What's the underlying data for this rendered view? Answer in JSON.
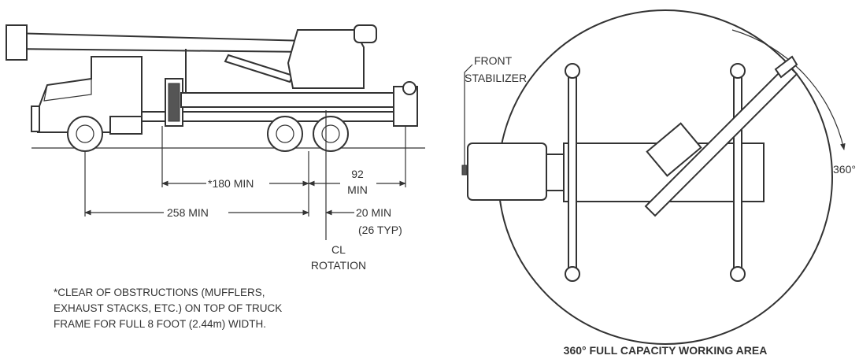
{
  "side_view": {
    "dim_180": "*180 MIN",
    "dim_92_top": "92",
    "dim_92_bottom": "MIN",
    "dim_258": "258 MIN",
    "dim_20_top": "20 MIN",
    "dim_20_bottom": "(26 TYP)",
    "cl_top": "CL",
    "cl_bottom": "ROTATION"
  },
  "note": {
    "line1": "*CLEAR OF OBSTRUCTIONS (MUFFLERS,",
    "line2": "EXHAUST STACKS, ETC.) ON TOP OF TRUCK",
    "line3": "FRAME FOR FULL 8 FOOT (2.44m) WIDTH."
  },
  "top_view": {
    "front_top": "FRONT",
    "front_bottom": "STABILIZER",
    "rotation_label": "360°",
    "caption": "360° FULL CAPACITY WORKING AREA"
  }
}
